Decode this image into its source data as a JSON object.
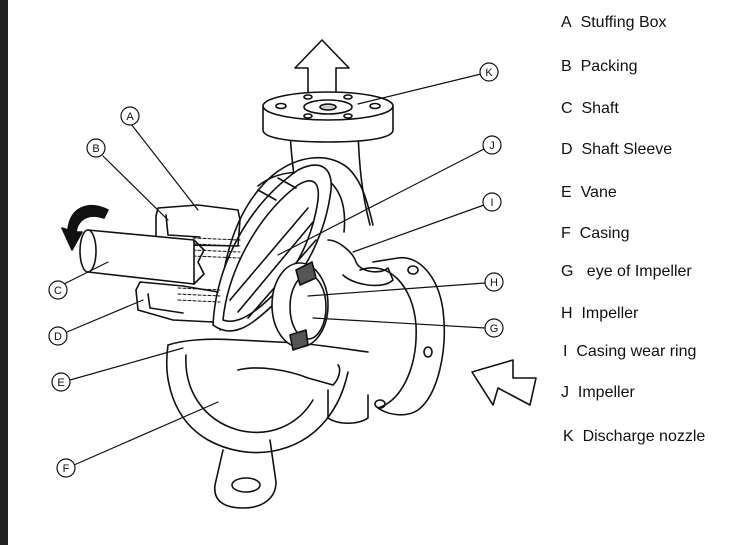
{
  "legend": [
    {
      "letter": "A",
      "text": "Stuffing Box"
    },
    {
      "letter": "B",
      "text": "Packing"
    },
    {
      "letter": "C",
      "text": "Shaft"
    },
    {
      "letter": "D",
      "text": "Shaft Sleeve"
    },
    {
      "letter": "E",
      "text": "Vane"
    },
    {
      "letter": "F",
      "text": "Casing"
    },
    {
      "letter": "G",
      "text": "eye of Impeller"
    },
    {
      "letter": "H",
      "text": "Impeller"
    },
    {
      "letter": "I",
      "text": "Casing wear ring"
    },
    {
      "letter": "J",
      "text": "Impeller"
    },
    {
      "letter": "K",
      "text": "Discharge nozzle"
    }
  ],
  "callouts": {
    "A": "A",
    "B": "B",
    "C": "C",
    "D": "D",
    "E": "E",
    "F": "F",
    "G": "G",
    "H": "H",
    "I": "I",
    "J": "J",
    "K": "K"
  }
}
